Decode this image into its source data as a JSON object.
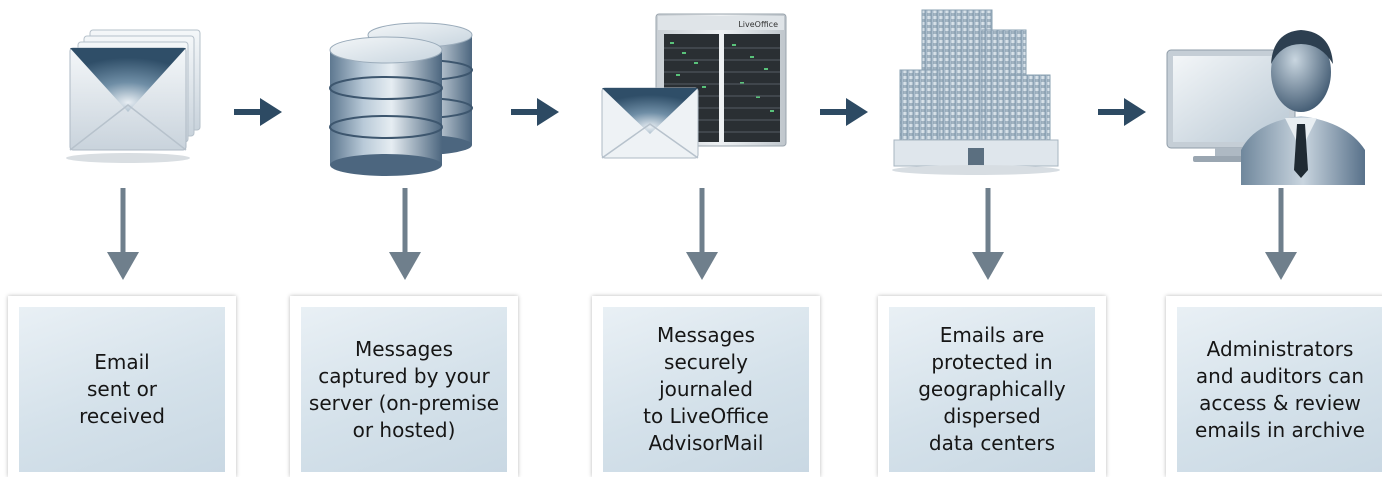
{
  "colors": {
    "arrow": "#2d4a63",
    "down_arrow": "#6f7f8c",
    "card_gradient_top": "#e9f0f5",
    "card_gradient_bottom": "#c9d8e3"
  },
  "steps": [
    {
      "icon": "envelopes-icon",
      "label": "Email\nsent or\nreceived"
    },
    {
      "icon": "database-servers-icon",
      "label": "Messages\ncaptured by your\nserver (on-premise\nor hosted)"
    },
    {
      "icon": "liveoffice-server-rack-icon",
      "rack_brand": "LiveOffice",
      "label": "Messages\nsecurely\njournaled\nto LiveOffice\nAdvisorMail"
    },
    {
      "icon": "data-center-buildings-icon",
      "label": "Emails are\nprotected in\ngeographically\ndispersed\ndata centers"
    },
    {
      "icon": "administrator-computer-icon",
      "label": "Administrators\nand auditors can\naccess & review\nemails in archive"
    }
  ]
}
